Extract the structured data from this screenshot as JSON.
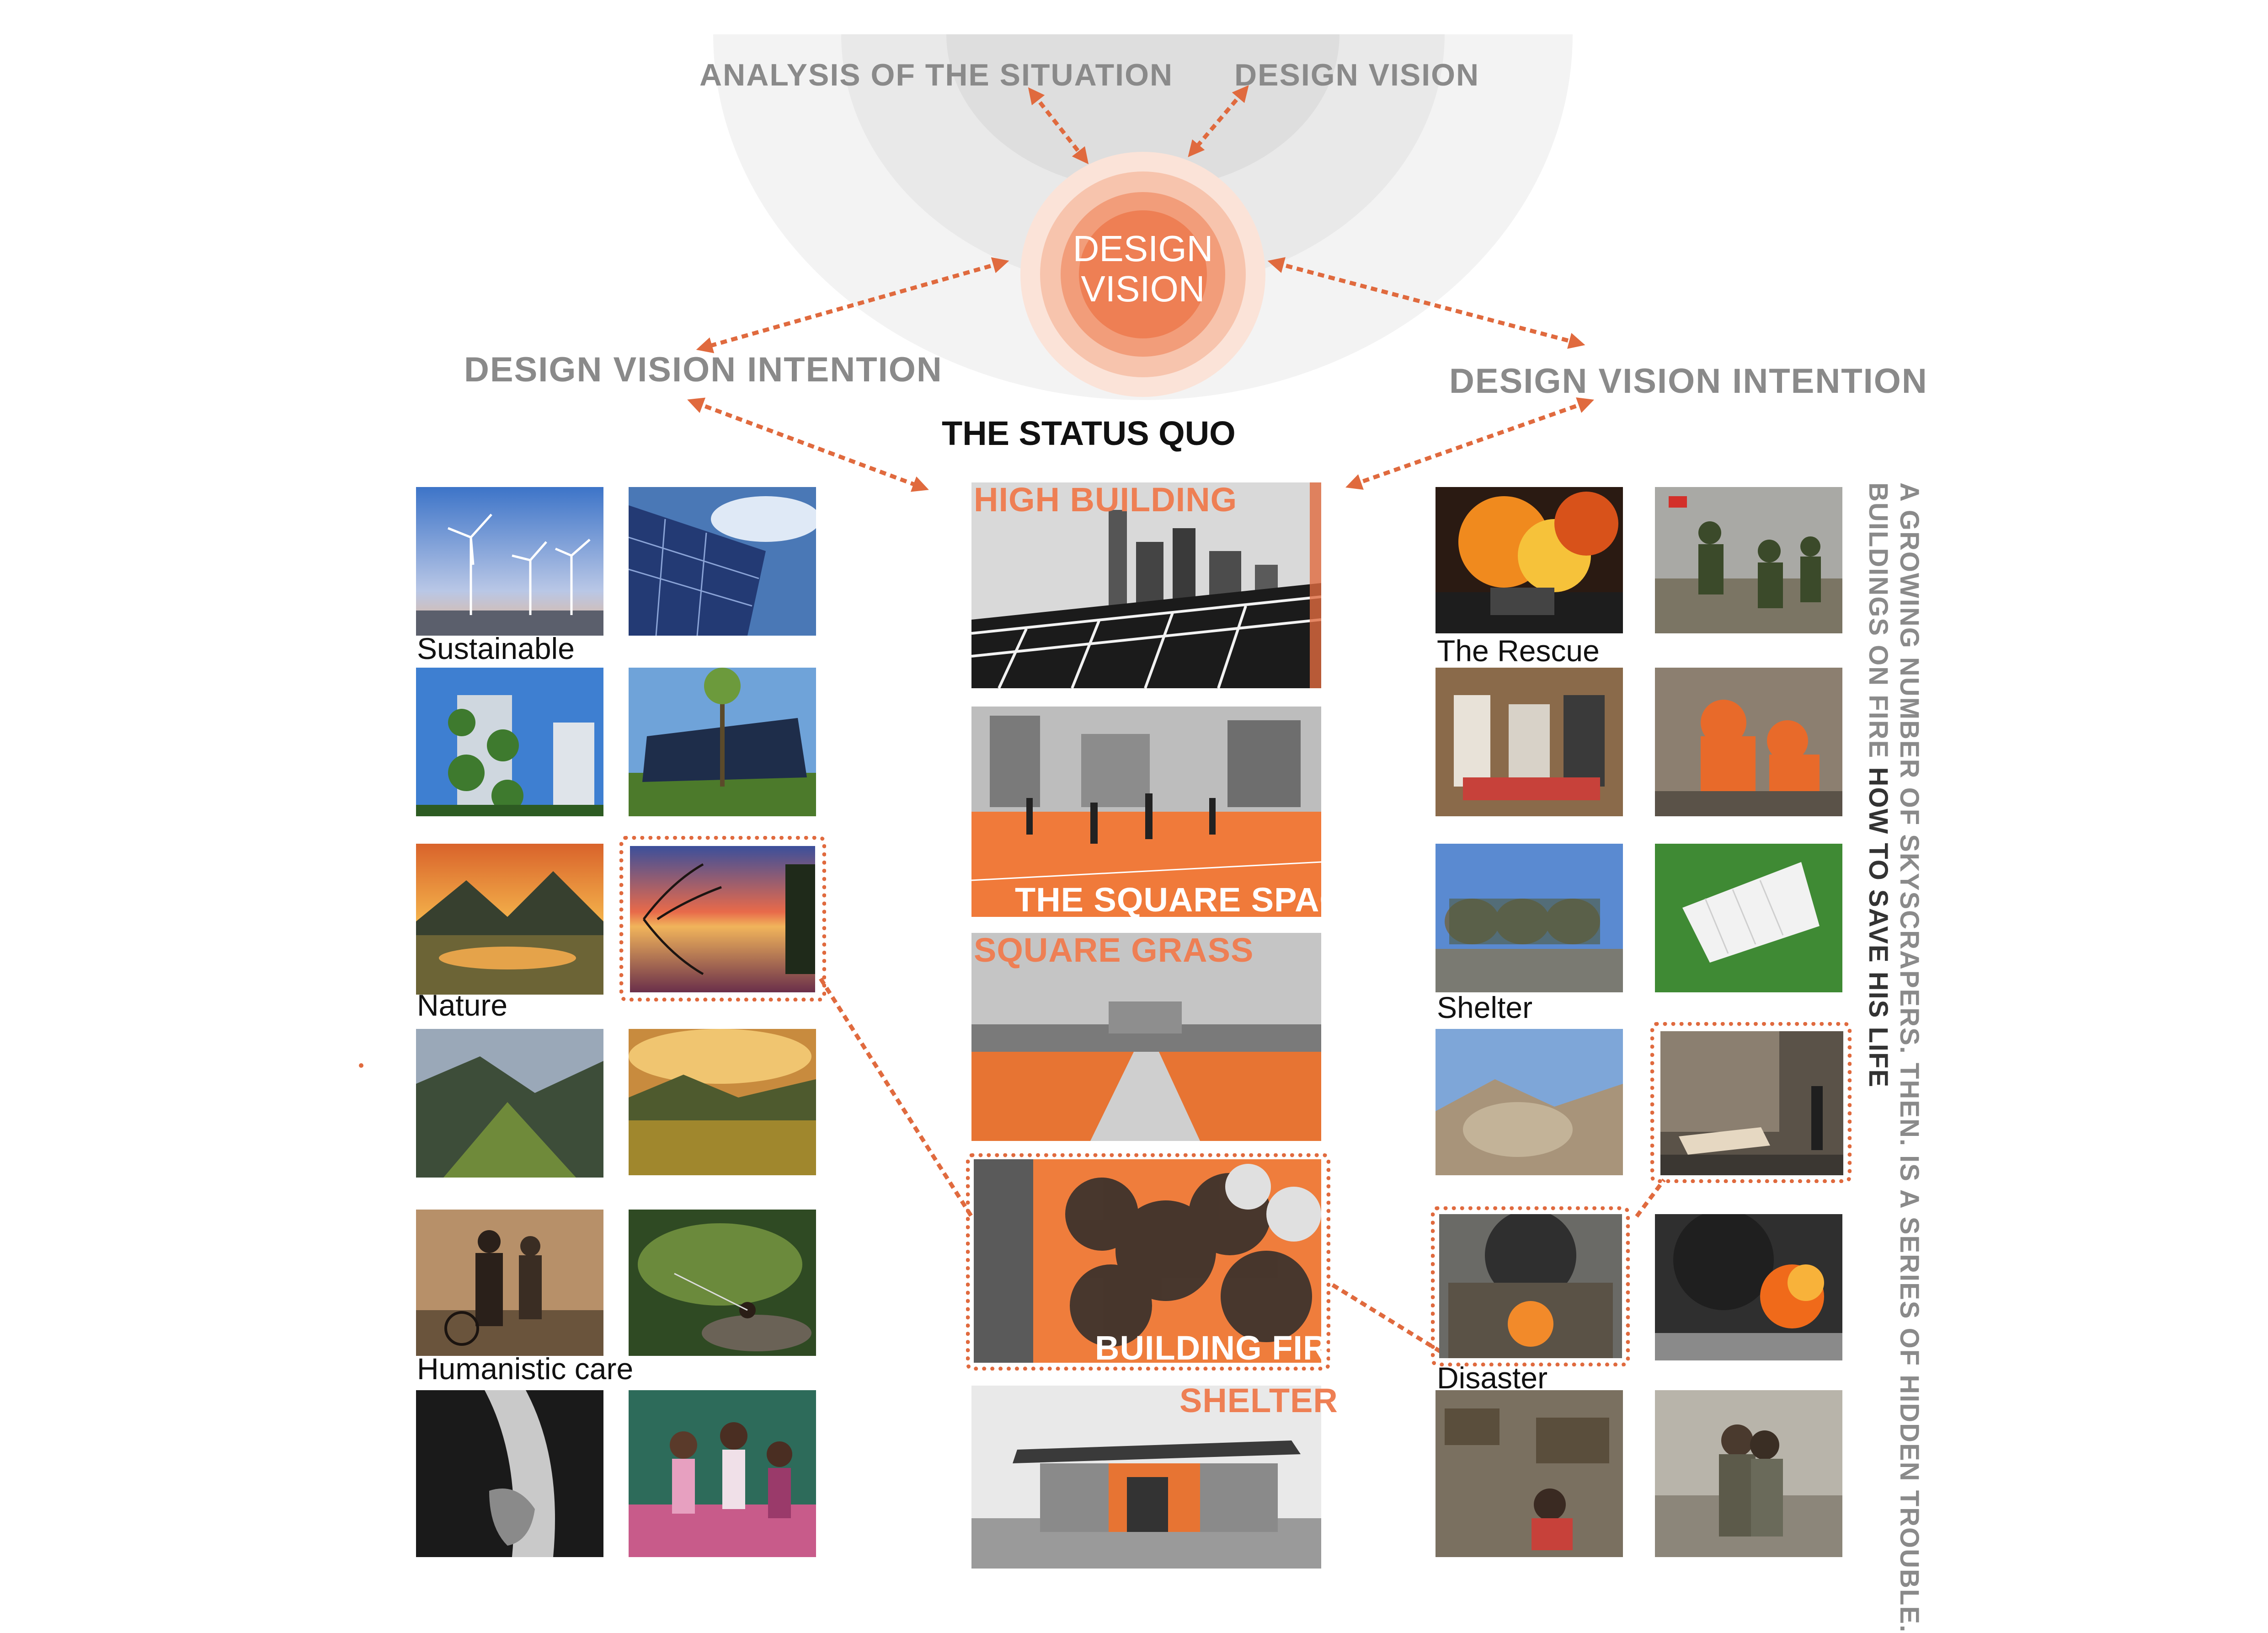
{
  "headings": {
    "analysis": "ANALYSIS OF THE SITUATION",
    "design_vision_top": "DESIGN VISION",
    "center_line1": "DESIGN",
    "center_line2": "VISION",
    "intention_left": "DESIGN VISION INTENTION",
    "intention_right": "DESIGN VISION INTENTION",
    "status_quo": "THE STATUS QUO"
  },
  "left_column_labels": [
    "Sustainable",
    "Nature",
    "Humanistic care"
  ],
  "center_banners": [
    "HIGH BUILDING",
    "THE SQUARE SPACE",
    "SQUARE GRASS",
    "BUILDING FIRE",
    "SHELTER"
  ],
  "right_column_labels": [
    "The Rescue",
    "Shelter",
    "Disaster"
  ],
  "vertical_text": {
    "line1": "A GROWING NUMBER OF SKYSCRAPERS. THEN. IS A SERIES OF HIDDEN TROUBLE.",
    "line2_plain": "BUILDINGS ON FIRE ",
    "line2_bold": "HOW TO SAVE HIS LIFE"
  },
  "colors": {
    "accent": "#e06a3e",
    "heading_grey": "#8a8a8a",
    "center_circle": "#ee7f54",
    "ring_light": "#f9d7c8"
  }
}
